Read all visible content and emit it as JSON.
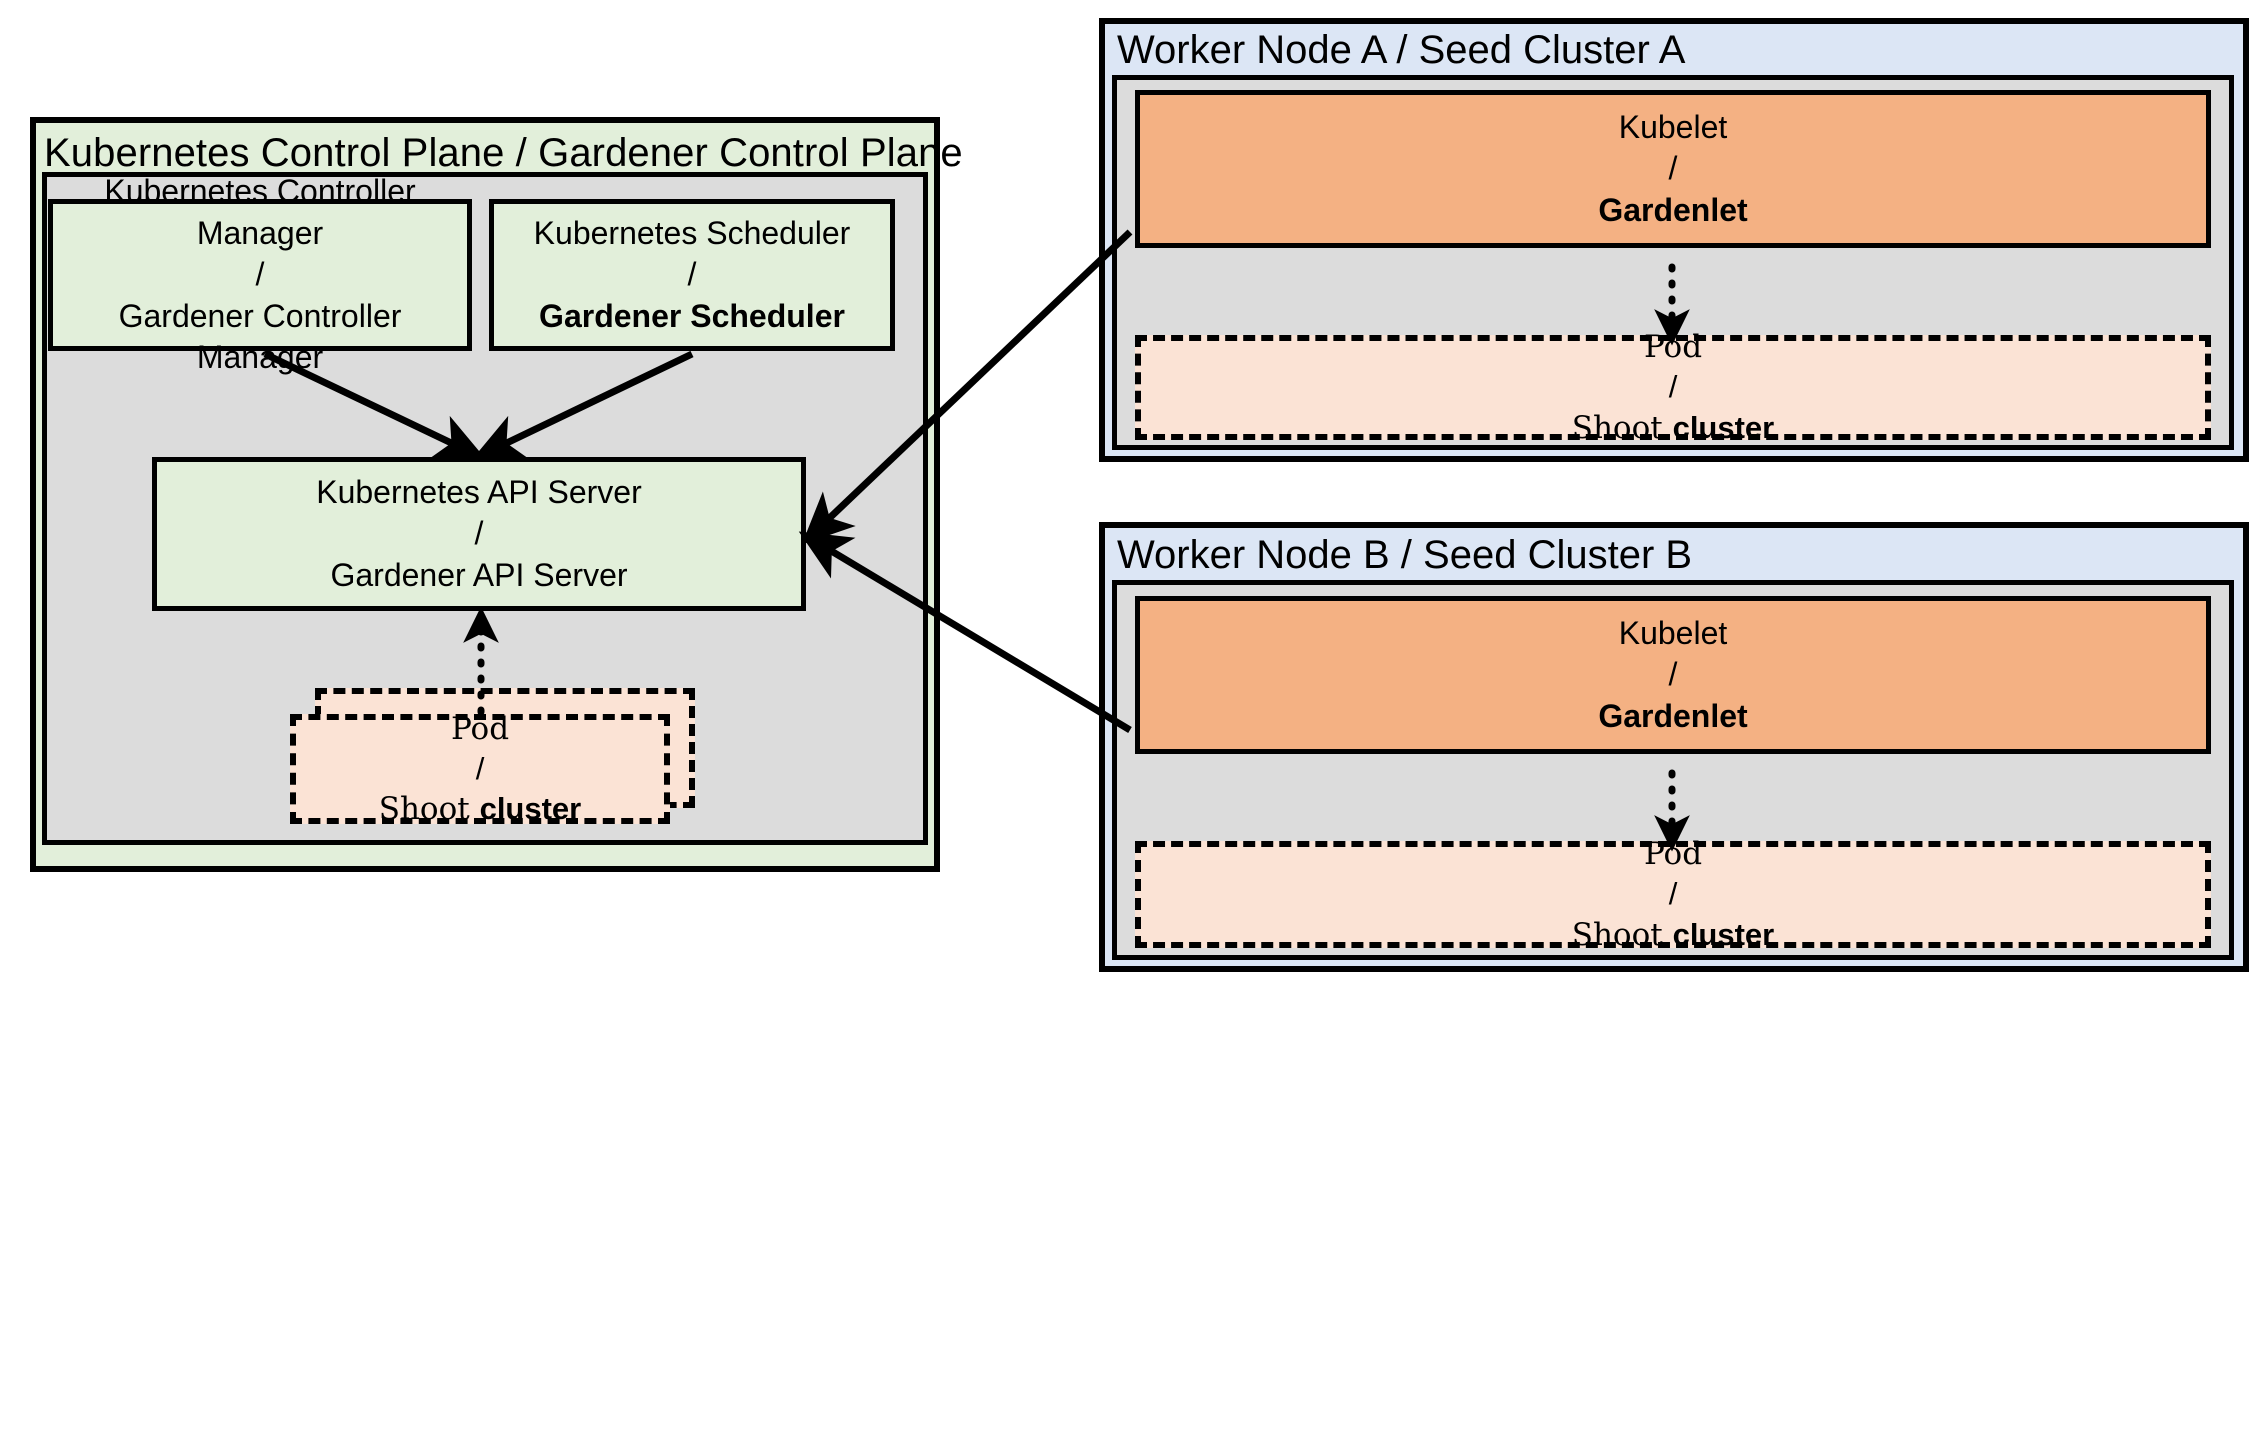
{
  "diagram": {
    "title_semantic": "gardener-architecture-analogy-diagram",
    "colors": {
      "control_plane_green": "#e2efda",
      "inner_grey": "#dcdcdc",
      "seed_blue": "#dce6f5",
      "kubelet_orange": "#f4b183",
      "pod_peach": "#fbe3d5",
      "stroke_black": "#000000",
      "background_white": "#ffffff"
    }
  },
  "control_plane": {
    "title": "Kubernetes Control Plane / Gardener Control Plane",
    "controller_manager": {
      "line1": "Kubernetes Controller Manager",
      "separator": "/",
      "line2": "Gardener Controller Manager",
      "line2_bold": false
    },
    "scheduler": {
      "line1": "Kubernetes Scheduler",
      "separator": "/",
      "line2": "Gardener Scheduler",
      "line2_bold": true
    },
    "api_server": {
      "line1": "Kubernetes API Server",
      "separator": "/",
      "line2": "Gardener API Server",
      "line2_bold": false
    },
    "pod": {
      "line1": "Pod",
      "separator": "/",
      "line2_mono": "Shoot ",
      "line2_bold": "cluster"
    }
  },
  "seed_clusters": [
    {
      "title": "Worker Node A / Seed Cluster A",
      "kubelet": {
        "line1": "Kubelet",
        "separator": "/",
        "line2": "Gardenlet",
        "line2_bold": true
      },
      "pod": {
        "line1": "Pod",
        "separator": "/",
        "line2_mono": "Shoot ",
        "line2_bold": "cluster"
      }
    },
    {
      "title": "Worker Node B / Seed Cluster B",
      "kubelet": {
        "line1": "Kubelet",
        "separator": "/",
        "line2": "Gardenlet",
        "line2_bold": true
      },
      "pod": {
        "line1": "Pod",
        "separator": "/",
        "line2_mono": "Shoot ",
        "line2_bold": "cluster"
      }
    }
  ],
  "connectors": [
    {
      "name": "controller-manager-to-api-server",
      "style": "solid-arrow"
    },
    {
      "name": "scheduler-to-api-server",
      "style": "solid-arrow"
    },
    {
      "name": "pod-to-api-server",
      "style": "dotted-arrow"
    },
    {
      "name": "gardenlet-a-to-api-server",
      "style": "solid-arrow"
    },
    {
      "name": "gardenlet-b-to-api-server",
      "style": "solid-arrow"
    },
    {
      "name": "gardenlet-a-to-pod-a",
      "style": "dotted-arrow"
    },
    {
      "name": "gardenlet-b-to-pod-b",
      "style": "dotted-arrow"
    }
  ]
}
